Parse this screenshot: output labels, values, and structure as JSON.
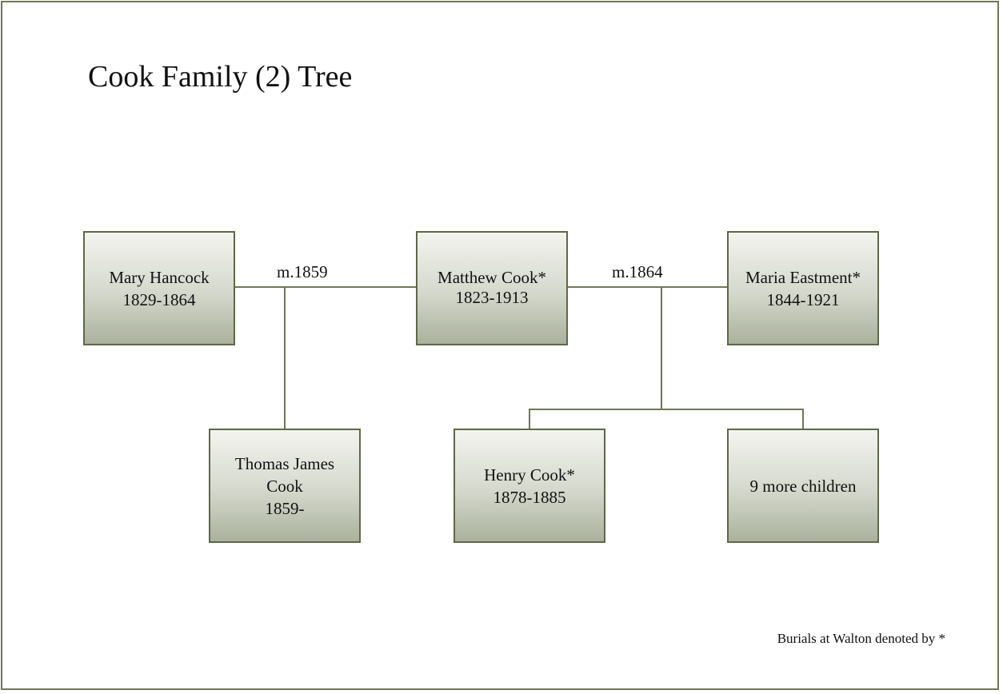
{
  "title": "Cook Family (2) Tree",
  "people": {
    "mary": {
      "name": "Mary Hancock",
      "dates": "1829-1864"
    },
    "matthew": {
      "name": "Matthew Cook*",
      "dates": "1823-1913"
    },
    "maria": {
      "name": "Maria Eastment*",
      "dates": "1844-1921"
    },
    "thomas": {
      "name_line1": "Thomas James",
      "name_line2": "Cook",
      "dates": "1859-"
    },
    "henry": {
      "name": "Henry Cook*",
      "dates": "1878-1885"
    },
    "more_children": {
      "label": "9 more children"
    }
  },
  "marriages": {
    "first": "m.1859",
    "second": "m.1864"
  },
  "note": "Burials at Walton denoted by *"
}
